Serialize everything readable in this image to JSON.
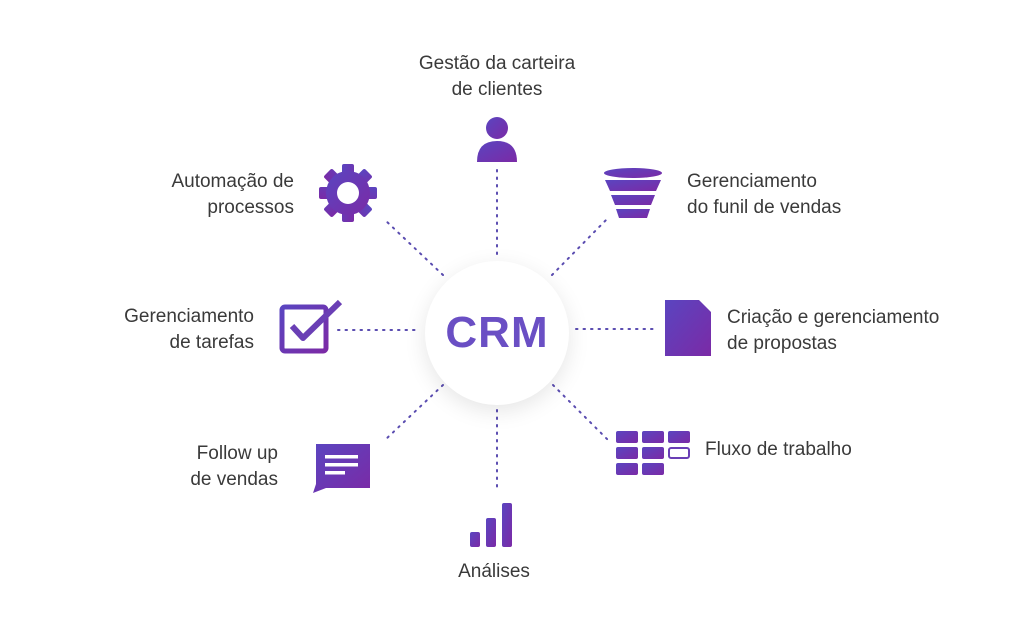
{
  "center": {
    "label": "CRM"
  },
  "colors": {
    "accent": "#6a4fc4",
    "icon_start": "#5a45c0",
    "icon_end": "#7b2aa6",
    "text": "#3a3a3a"
  },
  "features": [
    {
      "id": "clients",
      "icon": "user-icon",
      "line1": "Gestão da carteira",
      "line2": "de clientes"
    },
    {
      "id": "funnel",
      "icon": "funnel-icon",
      "line1": "Gerenciamento",
      "line2": "do funil de vendas"
    },
    {
      "id": "proposals",
      "icon": "document-icon",
      "line1": "Criação e gerenciamento",
      "line2": "de propostas"
    },
    {
      "id": "workflow",
      "icon": "grid-icon",
      "line1": "Fluxo de trabalho",
      "line2": ""
    },
    {
      "id": "analytics",
      "icon": "bar-chart-icon",
      "line1": "Análises",
      "line2": ""
    },
    {
      "id": "followup",
      "icon": "message-icon",
      "line1": "Follow up",
      "line2": "de vendas"
    },
    {
      "id": "tasks",
      "icon": "checkbox-icon",
      "line1": "Gerenciamento",
      "line2": "de tarefas"
    },
    {
      "id": "automation",
      "icon": "gear-icon",
      "line1": "Automação de",
      "line2": "processos"
    }
  ]
}
